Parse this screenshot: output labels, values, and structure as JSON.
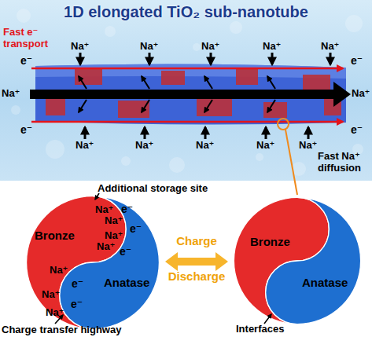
{
  "diagram": {
    "title": "1D elongated TiO₂ sub-nanotube",
    "nodes": [
      {
        "text": [
          "Bronze"
        ]
      },
      {
        "text": [
          "Anatase"
        ]
      },
      {
        "text": [
          "Bronze"
        ]
      },
      {
        "text": [
          "Anatase"
        ]
      }
    ],
    "edges": [
      {
        "from": 1,
        "to": 2,
        "arrow": "both",
        "label": "Charge"
      }
    ],
    "labels": [
      "Fast e⁻ transport",
      "Na⁺",
      "Na⁺",
      "Na⁺",
      "Na⁺",
      "Na⁺",
      "e⁻",
      "Na⁺",
      "e⁻",
      "e⁻",
      "Na⁺",
      "e⁻",
      "Na⁺",
      "Na⁺",
      "Na⁺",
      "Na⁺",
      "Na⁺",
      "Fast Na⁺ diffusion",
      "Additional storage site",
      "Na⁺",
      "Na⁺",
      "Na⁺",
      "Na⁺",
      "Na⁺",
      "Na⁺",
      "Na⁺",
      "e⁻",
      "e⁻",
      "e⁻",
      "e⁻",
      "e⁻",
      "Discharge",
      "Charge transfer highway",
      "Interfaces"
    ]
  }
}
